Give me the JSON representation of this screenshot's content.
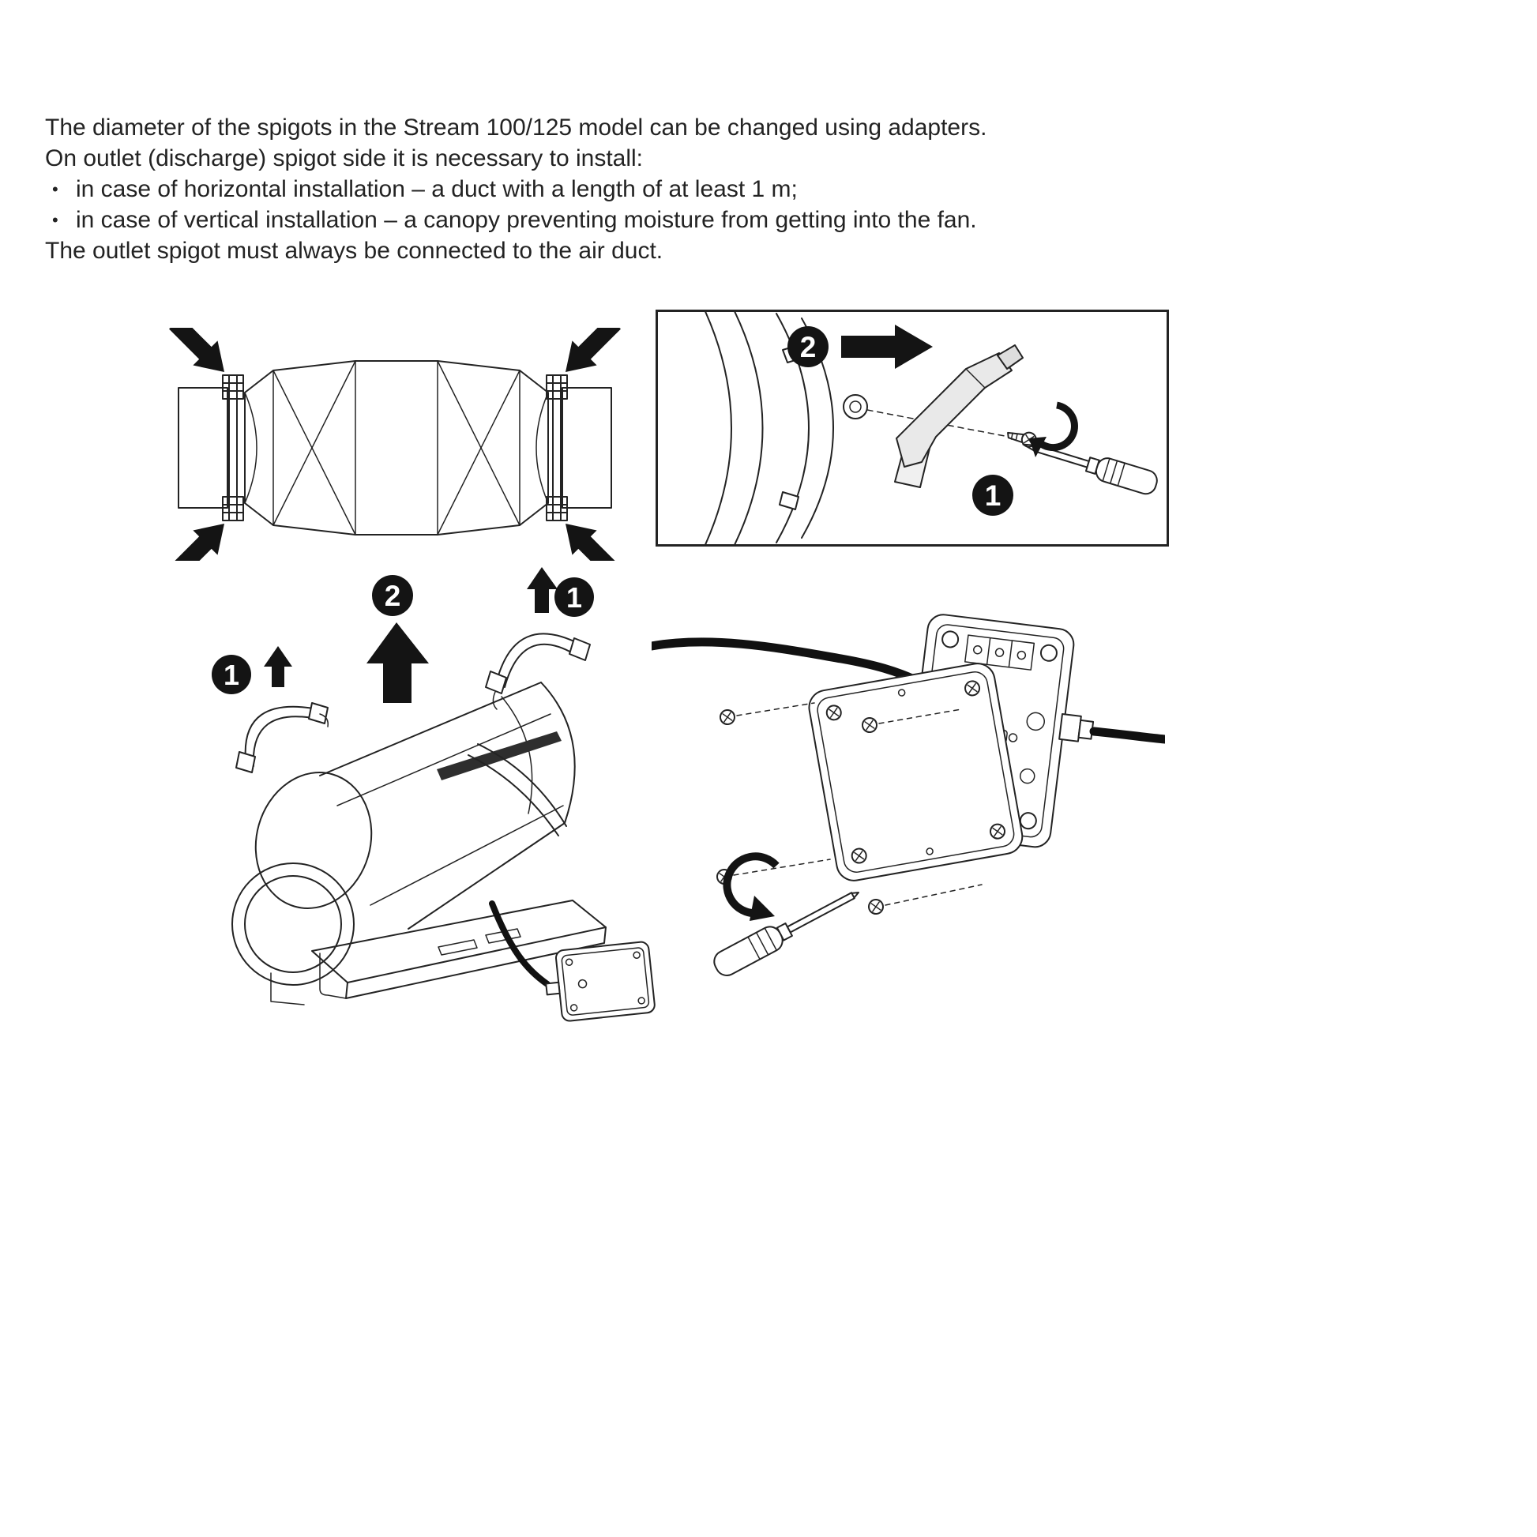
{
  "page": {
    "background": "#ffffff",
    "ink": "#232323"
  },
  "text": {
    "line1": "The diameter of the spigots in the Stream 100/125 model can be changed using adapters.",
    "line2": "On outlet (discharge) spigot side it is necessary to install:",
    "bullet_char": "•",
    "bullets": [
      "in case of horizontal installation – a duct with a length of at least 1 m;",
      "in case of vertical installation – a canopy preventing moisture from getting into the fan."
    ],
    "line3": "The outlet spigot must always be connected to the air duct."
  },
  "figures": {
    "latch_detail": {
      "step_unscrew": "1",
      "step_remove_latch": "2"
    },
    "strap_removal": {
      "step_unhook": "1",
      "step_lift": "2"
    }
  }
}
